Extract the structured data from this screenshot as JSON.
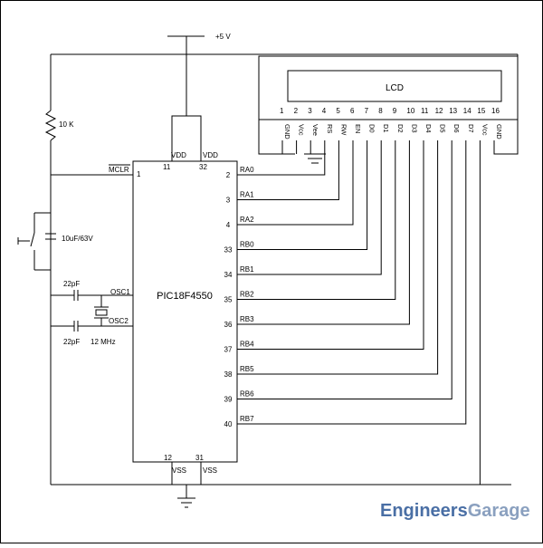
{
  "supply_label": "+5 V",
  "lcd_label": "LCD",
  "mcu_name": "PIC18F4550",
  "resistor_label": "10 K",
  "capacitor_label": "10uF/63V",
  "cap_top_label": "22pF",
  "cap_bottom_label": "22pF",
  "crystal_label": "12 MHz",
  "mclr_label": "MCLR",
  "mclr_pin": "1",
  "osc1_label": "OSC1",
  "osc2_label": "OSC2",
  "vdd_pins": [
    {
      "name": "VDD",
      "num": "11"
    },
    {
      "name": "VDD",
      "num": "32"
    }
  ],
  "vss_pins": [
    {
      "name": "VSS",
      "num": "12"
    },
    {
      "name": "VSS",
      "num": "31"
    }
  ],
  "right_pins": [
    {
      "num": "2",
      "name": "RA0"
    },
    {
      "num": "3",
      "name": "RA1"
    },
    {
      "num": "4",
      "name": "RA2"
    },
    {
      "num": "33",
      "name": "RB0"
    },
    {
      "num": "34",
      "name": "RB1"
    },
    {
      "num": "35",
      "name": "RB2"
    },
    {
      "num": "36",
      "name": "RB3"
    },
    {
      "num": "37",
      "name": "RB4"
    },
    {
      "num": "38",
      "name": "RB5"
    },
    {
      "num": "39",
      "name": "RB6"
    },
    {
      "num": "40",
      "name": "RB7"
    }
  ],
  "lcd_pins": [
    {
      "num": "1",
      "name": "GND"
    },
    {
      "num": "2",
      "name": "Vcc"
    },
    {
      "num": "3",
      "name": "Vee"
    },
    {
      "num": "4",
      "name": "RS"
    },
    {
      "num": "5",
      "name": "RW"
    },
    {
      "num": "6",
      "name": "EN"
    },
    {
      "num": "7",
      "name": "D0"
    },
    {
      "num": "8",
      "name": "D1"
    },
    {
      "num": "9",
      "name": "D2"
    },
    {
      "num": "10",
      "name": "D3"
    },
    {
      "num": "11",
      "name": "D4"
    },
    {
      "num": "12",
      "name": "D5"
    },
    {
      "num": "13",
      "name": "D6"
    },
    {
      "num": "14",
      "name": "D7"
    },
    {
      "num": "15",
      "name": "Vcc"
    },
    {
      "num": "16",
      "name": "GND"
    }
  ],
  "logo": {
    "part1": "Engineers",
    "part2": "Garage",
    "color1": "#4a6fa5",
    "color2": "#8aa0bf"
  }
}
